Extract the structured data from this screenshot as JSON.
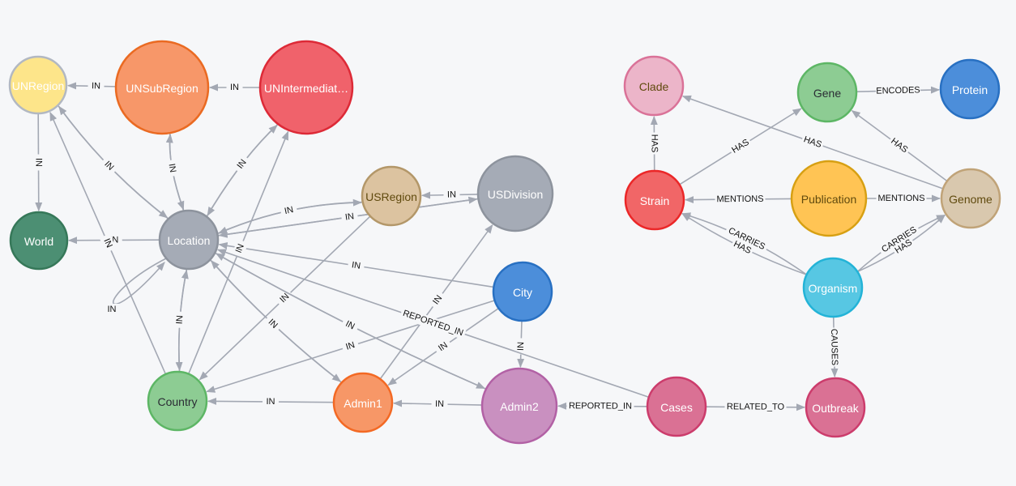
{
  "nodes": [
    {
      "id": "UNRegion",
      "label": "UNRegion",
      "fill": "#fde58a",
      "stroke": "#b2b8c2",
      "text": "#ffffff"
    },
    {
      "id": "UNSubRegion",
      "label": "UNSubRegion",
      "fill": "#f79769",
      "stroke": "#ea6a22",
      "text": "#ffffff"
    },
    {
      "id": "UNIntermediate",
      "label": "UNIntermediat…",
      "fill": "#f0626b",
      "stroke": "#dd2a37",
      "text": "#ffffff"
    },
    {
      "id": "World",
      "label": "World",
      "fill": "#4c8f73",
      "stroke": "#367859",
      "text": "#ffffff"
    },
    {
      "id": "Location",
      "label": "Location",
      "fill": "#a5abb6",
      "stroke": "#8d939d",
      "text": "#ffffff"
    },
    {
      "id": "USRegion",
      "label": "USRegion",
      "fill": "#dcc3a0",
      "stroke": "#b39769",
      "text": "#604a0e"
    },
    {
      "id": "USDivision",
      "label": "USDivision",
      "fill": "#a5abb6",
      "stroke": "#8d939d",
      "text": "#ffffff"
    },
    {
      "id": "City",
      "label": "City",
      "fill": "#4c8eda",
      "stroke": "#2870c2",
      "text": "#ffffff"
    },
    {
      "id": "Country",
      "label": "Country",
      "fill": "#8dcc93",
      "stroke": "#5db665",
      "text": "#2a2c34"
    },
    {
      "id": "Admin1",
      "label": "Admin1",
      "fill": "#f79767",
      "stroke": "#f36924",
      "text": "#ffffff"
    },
    {
      "id": "Admin2",
      "label": "Admin2",
      "fill": "#c990c0",
      "stroke": "#b261a5",
      "text": "#ffffff"
    },
    {
      "id": "Cases",
      "label": "Cases",
      "fill": "#da7194",
      "stroke": "#cc3c6c",
      "text": "#ffffff"
    },
    {
      "id": "Outbreak",
      "label": "Outbreak",
      "fill": "#da7194",
      "stroke": "#cc3c6c",
      "text": "#ffffff"
    },
    {
      "id": "Clade",
      "label": "Clade",
      "fill": "#ecb5c9",
      "stroke": "#da7298",
      "text": "#604a0e"
    },
    {
      "id": "Gene",
      "label": "Gene",
      "fill": "#8dcc93",
      "stroke": "#5db665",
      "text": "#2a2c34"
    },
    {
      "id": "Protein",
      "label": "Protein",
      "fill": "#4c8eda",
      "stroke": "#2870c2",
      "text": "#ffffff"
    },
    {
      "id": "Strain",
      "label": "Strain",
      "fill": "#f16667",
      "stroke": "#eb2728",
      "text": "#ffffff"
    },
    {
      "id": "Publication",
      "label": "Publication",
      "fill": "#ffc454",
      "stroke": "#d7a013",
      "text": "#604a0e"
    },
    {
      "id": "Genome",
      "label": "Genome",
      "fill": "#d9c8ae",
      "stroke": "#c0a378",
      "text": "#604a0e"
    },
    {
      "id": "Organism",
      "label": "Organism",
      "fill": "#57c7e3",
      "stroke": "#23b3d7",
      "text": "#ffffff"
    }
  ],
  "edges": [
    {
      "from": "UNSubRegion",
      "to": "UNRegion",
      "label": "IN"
    },
    {
      "from": "UNIntermediate",
      "to": "UNSubRegion",
      "label": "IN"
    },
    {
      "from": "UNRegion",
      "to": "World",
      "label": "IN"
    },
    {
      "from": "Location",
      "to": "World",
      "label": "IN"
    },
    {
      "from": "Location",
      "to": "UNRegion",
      "label": "IN"
    },
    {
      "from": "UNRegion",
      "to": "Location",
      "label": "IN"
    },
    {
      "from": "Location",
      "to": "UNSubRegion",
      "label": "IN"
    },
    {
      "from": "UNSubRegion",
      "to": "Location",
      "label": "IN"
    },
    {
      "from": "Location",
      "to": "UNIntermediate",
      "label": "IN"
    },
    {
      "from": "UNIntermediate",
      "to": "Location",
      "label": "IN"
    },
    {
      "from": "Location",
      "to": "Location",
      "label": "IN"
    },
    {
      "from": "Location",
      "to": "USRegion",
      "label": "IN"
    },
    {
      "from": "USRegion",
      "to": "Location",
      "label": "IN"
    },
    {
      "from": "USDivision",
      "to": "USRegion",
      "label": "IN"
    },
    {
      "from": "USDivision",
      "to": "Location",
      "label": "IN"
    },
    {
      "from": "Location",
      "to": "USDivision",
      "label": "IN"
    },
    {
      "from": "City",
      "to": "Location",
      "label": "IN"
    },
    {
      "from": "City",
      "to": "Admin2",
      "label": "IN"
    },
    {
      "from": "City",
      "to": "Country",
      "label": "IN"
    },
    {
      "from": "City",
      "to": "Admin1",
      "label": "IN"
    },
    {
      "from": "Country",
      "to": "UNRegion",
      "label": "IN"
    },
    {
      "from": "Country",
      "to": "Location",
      "label": "IN"
    },
    {
      "from": "Location",
      "to": "Country",
      "label": "IN"
    },
    {
      "from": "Country",
      "to": "UNIntermediate",
      "label": "IN"
    },
    {
      "from": "Admin1",
      "to": "Country",
      "label": "IN"
    },
    {
      "from": "Admin1",
      "to": "Location",
      "label": "IN"
    },
    {
      "from": "Location",
      "to": "Admin1",
      "label": "IN"
    },
    {
      "from": "Admin1",
      "to": "USDivision",
      "label": "IN"
    },
    {
      "from": "USRegion",
      "to": "Country",
      "label": "IN"
    },
    {
      "from": "Admin2",
      "to": "Admin1",
      "label": "IN"
    },
    {
      "from": "Admin2",
      "to": "Location",
      "label": "IN"
    },
    {
      "from": "Location",
      "to": "Admin2",
      "label": "IN"
    },
    {
      "from": "Cases",
      "to": "Location",
      "label": "REPORTED_IN"
    },
    {
      "from": "Cases",
      "to": "Admin2",
      "label": "REPORTED_IN"
    },
    {
      "from": "Cases",
      "to": "Outbreak",
      "label": "RELATED_TO"
    },
    {
      "from": "Strain",
      "to": "Clade",
      "label": "HAS"
    },
    {
      "from": "Strain",
      "to": "Gene",
      "label": "HAS"
    },
    {
      "from": "Gene",
      "to": "Protein",
      "label": "ENCODES"
    },
    {
      "from": "Genome",
      "to": "Clade",
      "label": "HAS"
    },
    {
      "from": "Genome",
      "to": "Gene",
      "label": "HAS"
    },
    {
      "from": "Publication",
      "to": "Strain",
      "label": "MENTIONS"
    },
    {
      "from": "Publication",
      "to": "Genome",
      "label": "MENTIONS"
    },
    {
      "from": "Organism",
      "to": "Strain",
      "label": "HAS"
    },
    {
      "from": "Organism",
      "to": "Strain",
      "label": "CARRIES"
    },
    {
      "from": "Organism",
      "to": "Genome",
      "label": "CARRIES"
    },
    {
      "from": "Organism",
      "to": "Genome",
      "label": "HAS"
    },
    {
      "from": "Organism",
      "to": "Outbreak",
      "label": "CAUSES"
    }
  ]
}
